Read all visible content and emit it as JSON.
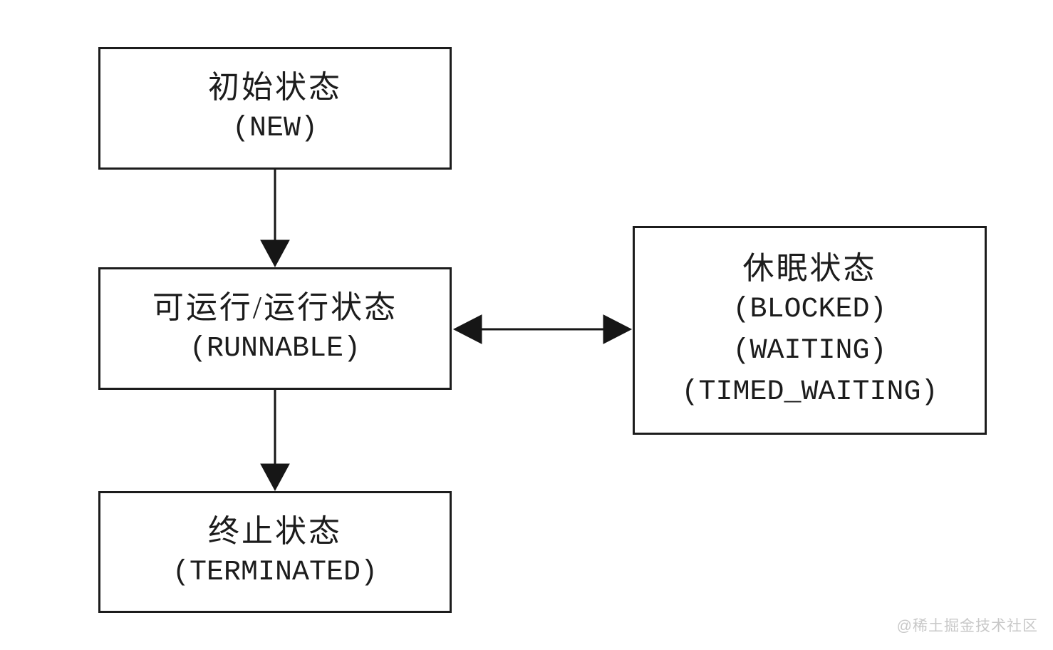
{
  "diagram": {
    "nodes": {
      "new": {
        "title": "初始状态",
        "subtitle": "(NEW)"
      },
      "runnable": {
        "title": "可运行/运行状态",
        "subtitle": "(RUNNABLE)"
      },
      "sleep": {
        "title": "休眠状态",
        "lines": [
          "(BLOCKED)",
          "(WAITING)",
          "(TIMED_WAITING)"
        ]
      },
      "terminated": {
        "title": "终止状态",
        "subtitle": "(TERMINATED)"
      }
    },
    "edges": [
      {
        "from": "new",
        "to": "runnable",
        "style": "single-arrow",
        "direction": "down"
      },
      {
        "from": "runnable",
        "to": "sleep",
        "style": "double-arrow",
        "direction": "both-horizontal"
      },
      {
        "from": "runnable",
        "to": "terminated",
        "style": "single-arrow",
        "direction": "down"
      }
    ],
    "colors": {
      "stroke": "#1c1c1c",
      "text": "#1c1c1c",
      "background": "#ffffff",
      "watermark": "#c8c8c8"
    }
  },
  "watermark": "@稀土掘金技术社区"
}
